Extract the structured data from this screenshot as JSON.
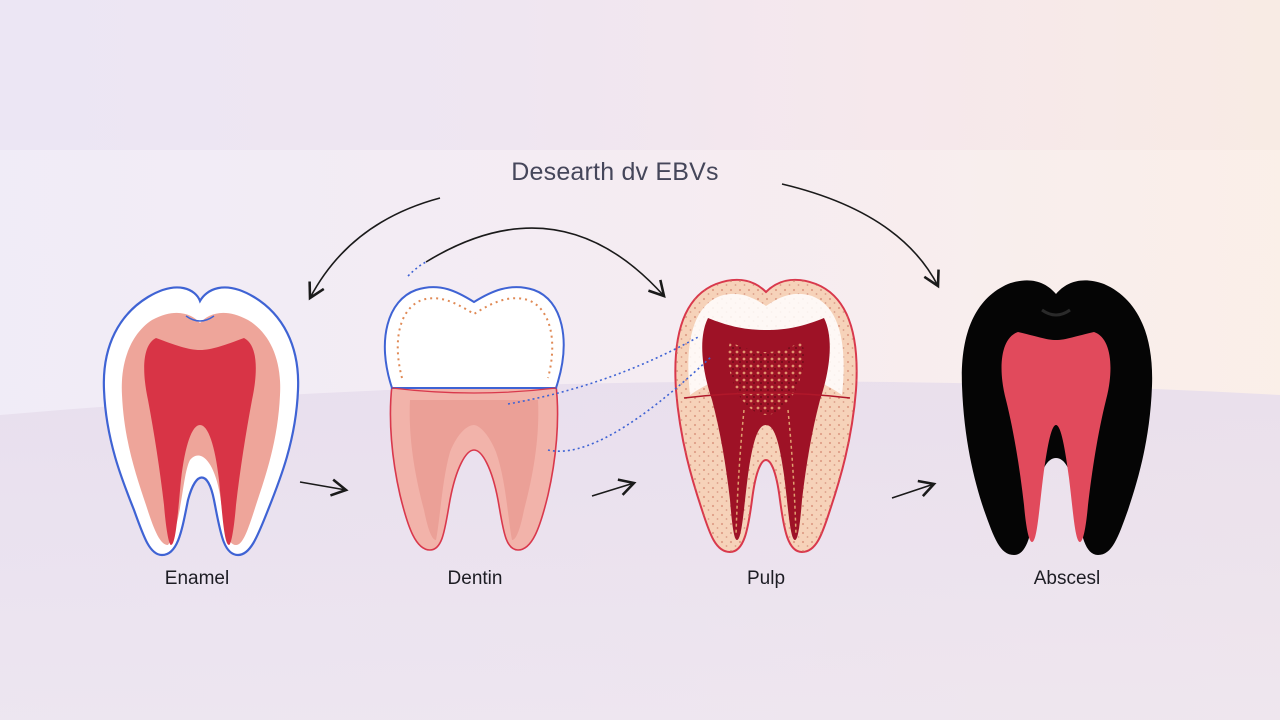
{
  "diagram": {
    "title": "Desearth dv EBVs",
    "stages": [
      {
        "label": "Enamel"
      },
      {
        "label": "Dentin"
      },
      {
        "label": "Pulp"
      },
      {
        "label": "Abscesl"
      }
    ]
  },
  "colors": {
    "enamel_outline": "#3f63d4",
    "pulp_red": "#d83446",
    "dentin_pink": "#eea59a",
    "decay_dark": "#9e1226",
    "abscess_black": "#050505",
    "abscess_pulp": "#e14a5c"
  }
}
